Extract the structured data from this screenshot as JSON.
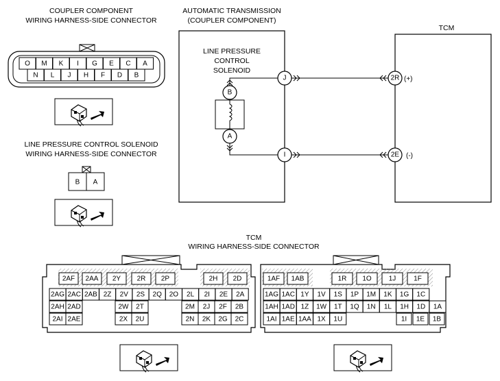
{
  "coupler": {
    "title1": "COUPLER COMPONENT",
    "title2": "WIRING HARNESS-SIDE CONNECTOR",
    "row1": [
      "O",
      "M",
      "K",
      "I",
      "G",
      "E",
      "C",
      "A"
    ],
    "row2": [
      "N",
      "L",
      "J",
      "H",
      "F",
      "D",
      "B"
    ]
  },
  "solenoid_conn": {
    "title1": "LINE PRESSURE CONTROL SOLENOID",
    "title2": "WIRING HARNESS-SIDE CONNECTOR",
    "pins": [
      "B",
      "A"
    ]
  },
  "at": {
    "title1": "AUTOMATIC TRANSMISSION",
    "title2": "(COUPLER COMPONENT)",
    "sol1": "LINE PRESSURE",
    "sol2": "CONTROL",
    "sol3": "SOLENOID",
    "node_b": "B",
    "node_a": "A",
    "term_j": "J",
    "term_i": "I"
  },
  "tcm": {
    "title": "TCM",
    "term_2r": "2R",
    "term_2e": "2E",
    "pol_pos": "(+)",
    "pol_neg": "(-)"
  },
  "tcm_conn": {
    "title1": "TCM",
    "title2": "WIRING HARNESS-SIDE CONNECTOR",
    "left": {
      "r1": [
        "2AF",
        "2AA",
        "2Y",
        "2R",
        "2P",
        "2H",
        "2D"
      ],
      "r2": [
        "2AG",
        "2AC",
        "2AB",
        "2Z",
        "2V",
        "2S",
        "2Q",
        "2O",
        "2L",
        "2I",
        "2E",
        "2A"
      ],
      "r3a": [
        "2AH",
        "2AD"
      ],
      "r3b": [
        "2W",
        "2T"
      ],
      "r3c": [
        "2M",
        "2J",
        "2F",
        "2B"
      ],
      "r4a": [
        "2AI",
        "2AE"
      ],
      "r4b": [
        "2X",
        "2U"
      ],
      "r4c": [
        "2N",
        "2K",
        "2G",
        "2C"
      ]
    },
    "right": {
      "r1": [
        "1AF",
        "1AB",
        "1R",
        "1O",
        "1J",
        "1F"
      ],
      "r2": [
        "1AG",
        "1AC",
        "1Y",
        "1V",
        "1S",
        "1P",
        "1M",
        "1K",
        "1G",
        "1C"
      ],
      "r3": [
        "1AH",
        "1AD",
        "1Z",
        "1W",
        "1T",
        "1Q",
        "1N",
        "1L",
        "1H",
        "1D",
        "1A"
      ],
      "r4a": [
        "1AI",
        "1AE",
        "1AA",
        "1X",
        "1U"
      ],
      "r4b": [
        "1I",
        "1E",
        "1B"
      ]
    }
  }
}
